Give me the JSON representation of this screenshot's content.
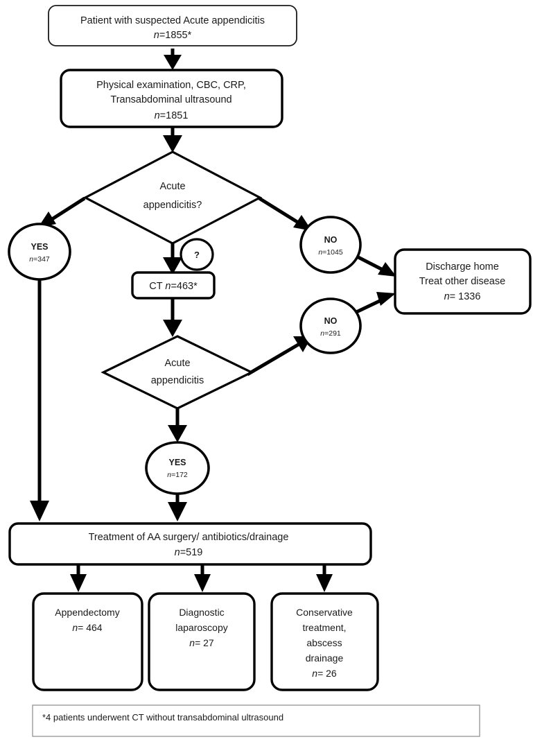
{
  "figure": {
    "type": "flowchart",
    "title": "Acute appendicitis diagnostic and treatment pathway"
  },
  "nodes": {
    "patient": {
      "line1": "Patient with suspected Acute appendicitis",
      "n_prefix": "n",
      "n_value": "=1855*"
    },
    "workup": {
      "line1": "Physical examination, CBC, CRP,",
      "line2": "Transabdominal ultrasound",
      "n_prefix": "n",
      "n_value": "=1851"
    },
    "decision1": {
      "line1": "Acute",
      "line2": "appendicitis?"
    },
    "yes1": {
      "label": "YES",
      "n_prefix": "n",
      "n_value": "=347"
    },
    "unknown": {
      "label": "?"
    },
    "no1": {
      "label": "NO",
      "n_prefix": "n",
      "n_value": "=1045"
    },
    "ct": {
      "prefix": "CT ",
      "n_prefix": "n",
      "n_value": "=463*"
    },
    "discharge": {
      "line1": "Discharge home",
      "line2": "Treat other disease",
      "n_prefix": "n",
      "n_value": "= 1336"
    },
    "decision2": {
      "line1": "Acute",
      "line2": "appendicitis"
    },
    "no2": {
      "label": "NO",
      "n_prefix": "n",
      "n_value": "=291"
    },
    "yes2": {
      "label": "YES",
      "n_prefix": "n",
      "n_value": "=172"
    },
    "treatment": {
      "line1": "Treatment of AA surgery/ antibiotics/drainage",
      "n_prefix": "n",
      "n_value": "=519"
    },
    "appendectomy": {
      "line1": "Appendectomy",
      "n_prefix": "n",
      "n_value": "= 464"
    },
    "laparoscopy": {
      "line1": "Diagnostic",
      "line2": "laparoscopy",
      "n_prefix": "n",
      "n_value": "= 27"
    },
    "conservative": {
      "line1": "Conservative",
      "line2": "treatment,",
      "line3": "abscess",
      "line4": "drainage",
      "n_prefix": "n",
      "n_value": "= 26"
    }
  },
  "footnote": {
    "text": "*4 patients underwent CT without transabdominal ultrasound"
  },
  "colors": {
    "stroke": "#000000",
    "text": "#1a1a1a",
    "background": "#ffffff",
    "footnote_border": "#8a8a8a"
  }
}
